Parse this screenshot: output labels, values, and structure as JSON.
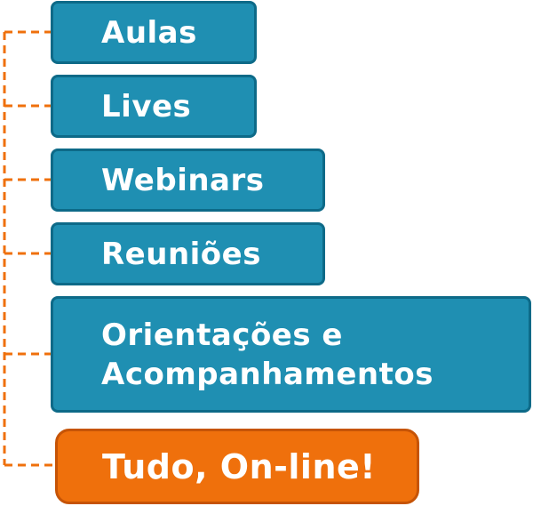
{
  "colors": {
    "blue_fill": "#1f8fb2",
    "blue_border": "#0d6a88",
    "orange_fill": "#ef700c",
    "orange_border": "#c65406",
    "connector": "#ef700c"
  },
  "items": [
    {
      "label": "Aulas"
    },
    {
      "label": "Lives"
    },
    {
      "label": "Webinars"
    },
    {
      "label": "Reuniões"
    },
    {
      "label": "Orientações e\nAcompanhamentos"
    }
  ],
  "highlight": {
    "label": "Tudo, On-line!"
  }
}
